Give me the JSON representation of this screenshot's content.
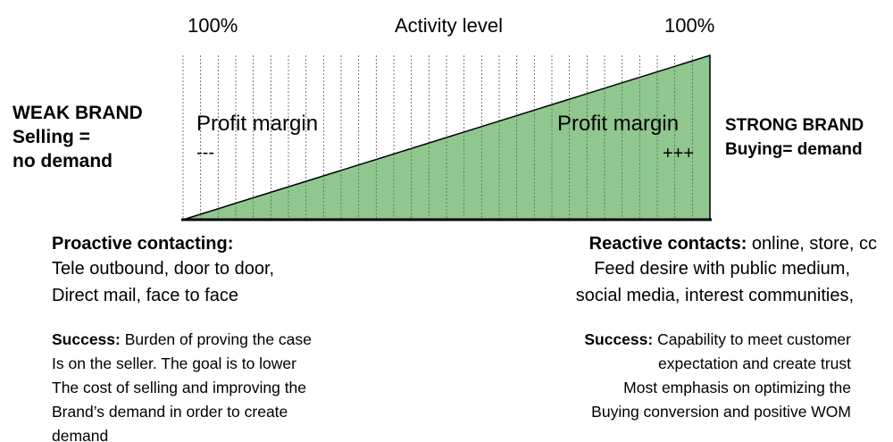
{
  "diagram": {
    "top_left_label": "100%",
    "top_center_label": "Activity level",
    "top_right_label": "100%",
    "left_label": [
      "WEAK BRAND",
      "Selling =",
      "no demand"
    ],
    "right_label": [
      "STRONG BRAND",
      "Buying= demand"
    ],
    "profit_left": {
      "label": "Profit margin",
      "sign": "---"
    },
    "profit_right": {
      "label": "Profit margin",
      "sign": "+++"
    },
    "fill_color": "#8fc78f",
    "stroke_color": "#000000",
    "divisions": 30
  },
  "proactive": {
    "title": "Proactive contacting:",
    "lines": [
      "Tele outbound, door to door,",
      "Direct mail, face to face"
    ],
    "success_label": "Success:",
    "success_lines": [
      "Burden of proving the case",
      "Is on the seller. The goal is to lower",
      "The cost of selling and improving the",
      "Brand’s demand in order to create",
      "demand"
    ]
  },
  "reactive": {
    "title": "Reactive contacts:",
    "title_rest": " online, store, cc",
    "lines": [
      "Feed desire with public medium,",
      "social media, interest communities,"
    ],
    "success_label": "Success:",
    "success_lines": [
      "Capability to meet customer",
      "expectation and create trust",
      "Most emphasis on optimizing the",
      "Buying conversion and positive WOM"
    ]
  }
}
